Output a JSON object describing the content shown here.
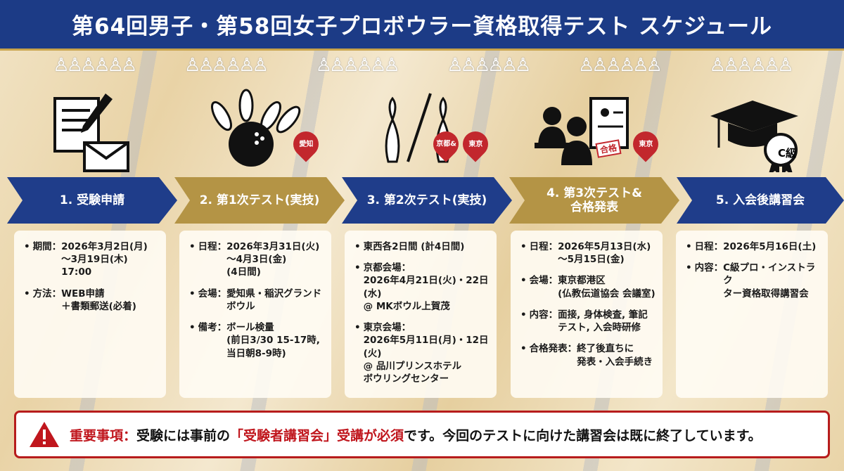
{
  "title": "第64回男子・第58回女子プロボウラー資格取得テスト スケジュール",
  "colors": {
    "header": "#1c3b86",
    "navy": "#1f3d8a",
    "gold": "#b49445",
    "alert": "#c0161d"
  },
  "pins": {
    "s2": "愛知",
    "s3a": "京都&",
    "s3b": "東京",
    "s4": "東京",
    "cert_stamp": "合格",
    "cap_badge": "C級"
  },
  "steps": [
    {
      "label": "1. 受験申請",
      "items": [
        {
          "k": "期間：",
          "v": "2026年3月2日(月)\n～3月19日(木) 17:00"
        },
        {
          "k": "方法：",
          "v": "WEB申請\n＋書類郵送(必着)"
        }
      ]
    },
    {
      "label": "2. 第1次テスト(実技)",
      "items": [
        {
          "k": "日程：",
          "v": "2026年3月31日(火)\n～4月3日(金)\n(4日間)"
        },
        {
          "k": "会場：",
          "v": "愛知県・稲沢グランド\nボウル"
        },
        {
          "k": "備考：",
          "v": "ボール検量\n(前日3/30 15-17時,\n当日朝8-9時)"
        }
      ]
    },
    {
      "label": "3. 第2次テスト(実技)",
      "items": [
        {
          "k": "",
          "v": "東西各2日間 (計4日間)"
        },
        {
          "k": "",
          "v": "京都会場：\n2026年4月21日(火)・22日(水)\n@ MKボウル上賀茂"
        },
        {
          "k": "",
          "v": "東京会場：\n2026年5月11日(月)・12日(火)\n@ 品川プリンスホテル\n   ボウリングセンター"
        }
      ]
    },
    {
      "label": "4. 第3次テスト&\n合格発表",
      "items": [
        {
          "k": "日程：",
          "v": "2026年5月13日(水)\n～5月15日(金)"
        },
        {
          "k": "会場：",
          "v": "東京都港区\n(仏教伝道協会 会議室)"
        },
        {
          "k": "内容：",
          "v": "面接, 身体検査, 筆記\nテスト, 入会時研修"
        },
        {
          "k": "合格発表：",
          "v": "終了後直ちに\n発表・入会手続き"
        }
      ]
    },
    {
      "label": "5. 入会後講習会",
      "items": [
        {
          "k": "日程：",
          "v": "2026年5月16日(土)"
        },
        {
          "k": "内容：",
          "v": "C級プロ・インストラク\nター資格取得講習会"
        }
      ]
    }
  ],
  "notice": {
    "label": "重要事項：",
    "text1": "受験には事前の",
    "highlight": "「受験者講習会」受講が必須",
    "text2": "です。今回のテストに向けた講習会は既に終了しています。"
  }
}
